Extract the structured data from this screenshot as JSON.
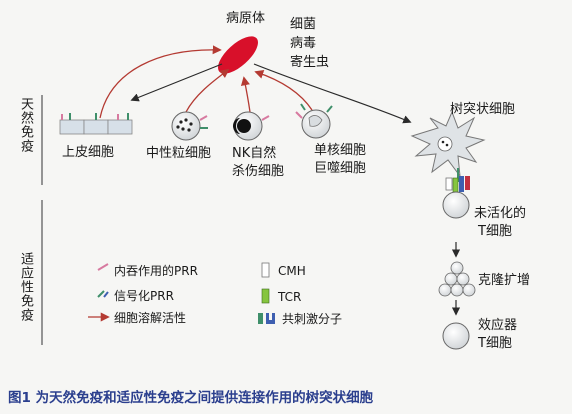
{
  "pathogen": {
    "label": "病原体",
    "types": [
      "细菌",
      "病毒",
      "寄生虫"
    ]
  },
  "sections": {
    "innate": "天然免疫",
    "adaptive": "适应性免疫"
  },
  "cells": {
    "epithelial": "上皮细胞",
    "neutrophil": "中性粒细胞",
    "nk": [
      "NK自然",
      "杀伤细胞"
    ],
    "monocyte": [
      "单核细胞",
      "巨噬细胞"
    ],
    "dendritic": "树突状细胞",
    "naive_t": [
      "未活化的",
      "T细胞"
    ],
    "clonal": "克隆扩增",
    "effector_t": [
      "效应器",
      "T细胞"
    ]
  },
  "legend": {
    "endocytic_prr": "内吞作用的PRR",
    "signaling_prr": "信号化PRR",
    "lytic": "细胞溶解活性",
    "cmh": "CMH",
    "tcr": "TCR",
    "costim": "共刺激分子"
  },
  "caption": "图1  为天然免疫和适应性免疫之间提供连接作用的树突状细胞",
  "colors": {
    "pathogen": "#d8102a",
    "arrow_lytic": "#b43a32",
    "receptor_pink": "#d77aa0",
    "receptor_green": "#3f8f6a",
    "tcr": "#86c53e",
    "caption": "#2b3f8e"
  }
}
